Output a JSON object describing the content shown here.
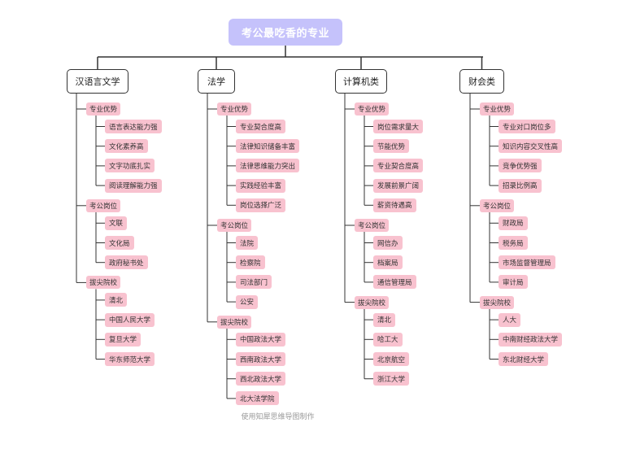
{
  "title": "考公最吃香的专业",
  "footer": "使用知犀思维导图制作",
  "colors": {
    "root_bg": "#c5c2fb",
    "node_bg": "#f8c2cf",
    "line": "#333333"
  },
  "categories": [
    {
      "label": "汉语言文学",
      "sections": [
        {
          "label": "专业优势",
          "items": [
            "语言表达能力强",
            "文化素养高",
            "文字功底扎实",
            "阅读理解能力强"
          ]
        },
        {
          "label": "考公岗位",
          "items": [
            "文联",
            "文化局",
            "政府秘书处"
          ]
        },
        {
          "label": "拔尖院校",
          "items": [
            "清北",
            "中国人民大学",
            "复旦大学",
            "华东师范大学"
          ]
        }
      ]
    },
    {
      "label": "法学",
      "sections": [
        {
          "label": "专业优势",
          "items": [
            "专业契合度高",
            "法律知识储备丰富",
            "法律思维能力突出",
            "实践经验丰富",
            "岗位选择广泛"
          ]
        },
        {
          "label": "考公岗位",
          "items": [
            "法院",
            "检察院",
            "司法部门",
            "公安"
          ]
        },
        {
          "label": "拔尖院校",
          "items": [
            "中国政法大学",
            "西南政法大学",
            "西北政法大学",
            "北大法学院"
          ]
        }
      ]
    },
    {
      "label": "计算机类",
      "sections": [
        {
          "label": "专业优势",
          "items": [
            "岗位需求量大",
            "节能优势",
            "专业契合度高",
            "发展前景广阔",
            "薪资待遇高"
          ]
        },
        {
          "label": "考公岗位",
          "items": [
            "网信办",
            "档案局",
            "通信管理局"
          ]
        },
        {
          "label": "拔尖院校",
          "items": [
            "清北",
            "哈工大",
            "北京航空",
            "浙江大学"
          ]
        }
      ]
    },
    {
      "label": "财会类",
      "sections": [
        {
          "label": "专业优势",
          "items": [
            "专业对口岗位多",
            "知识内容交叉性高",
            "竞争优势强",
            "招录比例高"
          ]
        },
        {
          "label": "考公岗位",
          "items": [
            "财政局",
            "税务局",
            "市场监督管理局",
            "审计局"
          ]
        },
        {
          "label": "拔尖院校",
          "items": [
            "人大",
            "中南财经政法大学",
            "东北财经大学"
          ]
        }
      ]
    }
  ]
}
